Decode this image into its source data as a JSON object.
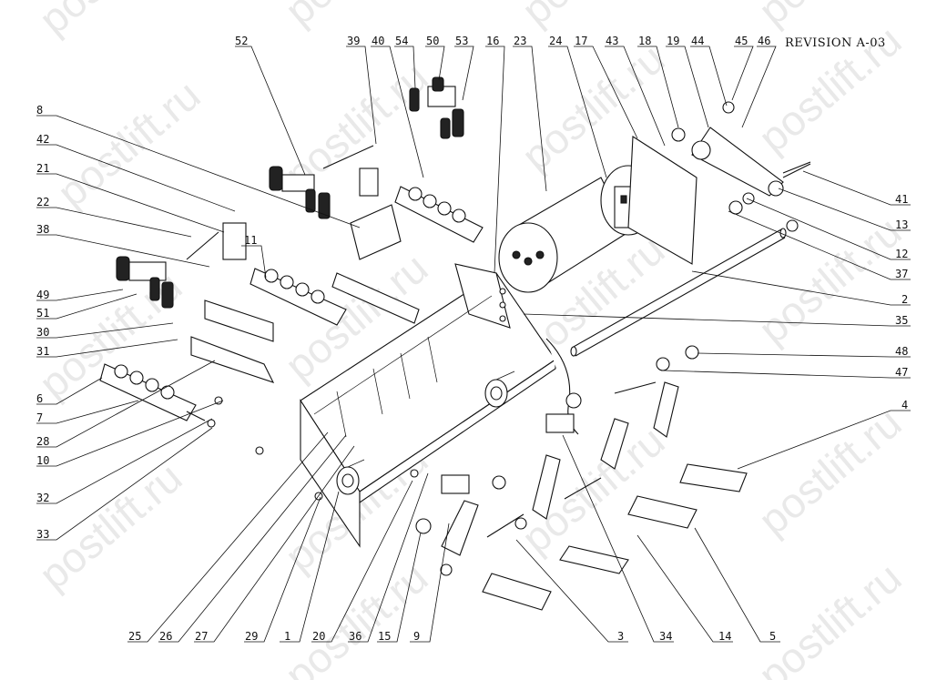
{
  "revision": "REVISION A-03",
  "watermark": "postlift.ru",
  "colors": {
    "line": "#111111",
    "watermark": "#e9e9e9",
    "background": "#ffffff"
  },
  "labels": [
    "52",
    "39",
    "40",
    "54",
    "50",
    "53",
    "16",
    "23",
    "24",
    "17",
    "43",
    "18",
    "19",
    "44",
    "45",
    "46",
    "8",
    "42",
    "21",
    "22",
    "38",
    "49",
    "51",
    "30",
    "31",
    "6",
    "7",
    "28",
    "10",
    "32",
    "33",
    "11",
    "41",
    "13",
    "12",
    "37",
    "2",
    "35",
    "48",
    "47",
    "4",
    "25",
    "26",
    "27",
    "29",
    "1",
    "20",
    "36",
    "15",
    "9",
    "3",
    "34",
    "14",
    "5"
  ]
}
